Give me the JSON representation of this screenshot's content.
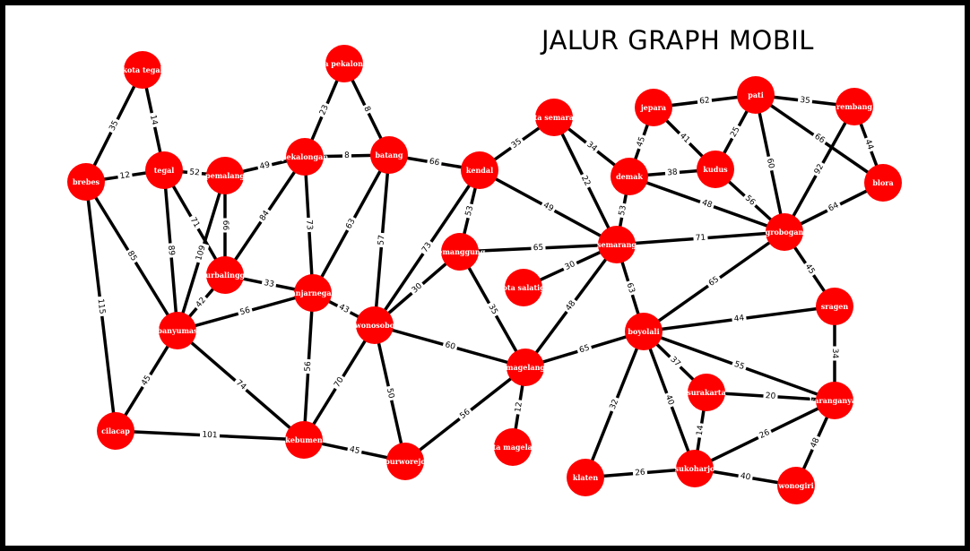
{
  "title": "JALUR GRAPH MOBIL",
  "colors": {
    "node": "#ff0000",
    "edge": "#000000",
    "label": "#ffffff",
    "background": "#ffffff",
    "frame": "#000000"
  },
  "nodes": [
    {
      "id": "kota_tegal",
      "label": "kota tegal"
    },
    {
      "id": "kota_pekalongan",
      "label": "ota pekalonga"
    },
    {
      "id": "brebes",
      "label": "brebes"
    },
    {
      "id": "tegal",
      "label": "tegal"
    },
    {
      "id": "pemalang",
      "label": "pemalang"
    },
    {
      "id": "pekalongan",
      "label": "pekalongan"
    },
    {
      "id": "batang",
      "label": "batang"
    },
    {
      "id": "kendal",
      "label": "kendal"
    },
    {
      "id": "kota_semarang",
      "label": "kota semarang"
    },
    {
      "id": "demak",
      "label": "demak"
    },
    {
      "id": "jepara",
      "label": "jepara"
    },
    {
      "id": "kudus",
      "label": "kudus"
    },
    {
      "id": "pati",
      "label": "pati"
    },
    {
      "id": "rembang",
      "label": "rembang"
    },
    {
      "id": "blora",
      "label": "blora"
    },
    {
      "id": "grobogan",
      "label": "grobogan"
    },
    {
      "id": "purbalingga",
      "label": "purbalingga"
    },
    {
      "id": "banjarnegara",
      "label": "banjarnegara"
    },
    {
      "id": "temanggung",
      "label": "temanggung"
    },
    {
      "id": "semarang",
      "label": "semarang"
    },
    {
      "id": "kota_salatiga",
      "label": "kota salatiga"
    },
    {
      "id": "banyumas",
      "label": "banyumas"
    },
    {
      "id": "wonosobo",
      "label": "wonosobo"
    },
    {
      "id": "magelang",
      "label": "magelang"
    },
    {
      "id": "boyolali",
      "label": "boyolali"
    },
    {
      "id": "sragen",
      "label": "sragen"
    },
    {
      "id": "surakarta",
      "label": "surakarta"
    },
    {
      "id": "karanganyar",
      "label": "karanganyar"
    },
    {
      "id": "cilacap",
      "label": "cilacap"
    },
    {
      "id": "kebumen",
      "label": "kebumen"
    },
    {
      "id": "purworejo",
      "label": "purworejo"
    },
    {
      "id": "kota_magelang",
      "label": "kota magelang"
    },
    {
      "id": "klaten",
      "label": "klaten"
    },
    {
      "id": "sukoharjo",
      "label": "sukoharjo"
    },
    {
      "id": "wonogiri",
      "label": "wonogiri"
    }
  ],
  "edges": [
    {
      "from": "kota_tegal",
      "to": "brebes",
      "weight": "35"
    },
    {
      "from": "kota_tegal",
      "to": "tegal",
      "weight": "14"
    },
    {
      "from": "brebes",
      "to": "tegal",
      "weight": "12"
    },
    {
      "from": "brebes",
      "to": "banyumas",
      "weight": "85"
    },
    {
      "from": "brebes",
      "to": "cilacap",
      "weight": "115"
    },
    {
      "from": "tegal",
      "to": "pemalang",
      "weight": "52"
    },
    {
      "from": "tegal",
      "to": "purbalingga",
      "weight": "71"
    },
    {
      "from": "tegal",
      "to": "banyumas",
      "weight": "89"
    },
    {
      "from": "pemalang",
      "to": "pekalongan",
      "weight": "49"
    },
    {
      "from": "pemalang",
      "to": "purbalingga",
      "weight": "66"
    },
    {
      "from": "pemalang",
      "to": "banyumas",
      "weight": "109"
    },
    {
      "from": "kota_pekalongan",
      "to": "pekalongan",
      "weight": "23"
    },
    {
      "from": "kota_pekalongan",
      "to": "batang",
      "weight": "8"
    },
    {
      "from": "pekalongan",
      "to": "batang",
      "weight": "8"
    },
    {
      "from": "pekalongan",
      "to": "purbalingga",
      "weight": "84"
    },
    {
      "from": "pekalongan",
      "to": "banjarnegara",
      "weight": "73"
    },
    {
      "from": "batang",
      "to": "kendal",
      "weight": "66"
    },
    {
      "from": "batang",
      "to": "banjarnegara",
      "weight": "63"
    },
    {
      "from": "batang",
      "to": "wonosobo",
      "weight": "57"
    },
    {
      "from": "kendal",
      "to": "kota_semarang",
      "weight": "35"
    },
    {
      "from": "kendal",
      "to": "temanggung",
      "weight": "53"
    },
    {
      "from": "kendal",
      "to": "semarang",
      "weight": "49"
    },
    {
      "from": "kendal",
      "to": "wonosobo",
      "weight": "73"
    },
    {
      "from": "kota_semarang",
      "to": "demak",
      "weight": "34"
    },
    {
      "from": "kota_semarang",
      "to": "semarang",
      "weight": "22"
    },
    {
      "from": "demak",
      "to": "jepara",
      "weight": "45"
    },
    {
      "from": "demak",
      "to": "kudus",
      "weight": "38"
    },
    {
      "from": "demak",
      "to": "semarang",
      "weight": "53"
    },
    {
      "from": "demak",
      "to": "grobogan",
      "weight": "48"
    },
    {
      "from": "jepara",
      "to": "pati",
      "weight": "62"
    },
    {
      "from": "jepara",
      "to": "kudus",
      "weight": "41"
    },
    {
      "from": "pati",
      "to": "kudus",
      "weight": "25"
    },
    {
      "from": "pati",
      "to": "rembang",
      "weight": "35"
    },
    {
      "from": "pati",
      "to": "blora",
      "weight": "66"
    },
    {
      "from": "pati",
      "to": "grobogan",
      "weight": "60"
    },
    {
      "from": "rembang",
      "to": "blora",
      "weight": "44"
    },
    {
      "from": "rembang",
      "to": "grobogan",
      "weight": "92"
    },
    {
      "from": "kudus",
      "to": "grobogan",
      "weight": "56"
    },
    {
      "from": "blora",
      "to": "grobogan",
      "weight": "64"
    },
    {
      "from": "grobogan",
      "to": "semarang",
      "weight": "71"
    },
    {
      "from": "grobogan",
      "to": "boyolali",
      "weight": "65"
    },
    {
      "from": "grobogan",
      "to": "sragen",
      "weight": "45"
    },
    {
      "from": "purbalingga",
      "to": "banjarnegara",
      "weight": "33"
    },
    {
      "from": "purbalingga",
      "to": "banyumas",
      "weight": "42"
    },
    {
      "from": "banjarnegara",
      "to": "banyumas",
      "weight": "56"
    },
    {
      "from": "banjarnegara",
      "to": "wonosobo",
      "weight": "43"
    },
    {
      "from": "banjarnegara",
      "to": "kebumen",
      "weight": "56"
    },
    {
      "from": "temanggung",
      "to": "semarang",
      "weight": "65"
    },
    {
      "from": "temanggung",
      "to": "wonosobo",
      "weight": "30"
    },
    {
      "from": "temanggung",
      "to": "magelang",
      "weight": "35"
    },
    {
      "from": "semarang",
      "to": "kota_salatiga",
      "weight": "30"
    },
    {
      "from": "semarang",
      "to": "magelang",
      "weight": "48"
    },
    {
      "from": "semarang",
      "to": "boyolali",
      "weight": "63"
    },
    {
      "from": "banyumas",
      "to": "cilacap",
      "weight": "45"
    },
    {
      "from": "banyumas",
      "to": "kebumen",
      "weight": "74"
    },
    {
      "from": "wonosobo",
      "to": "magelang",
      "weight": "60"
    },
    {
      "from": "wonosobo",
      "to": "kebumen",
      "weight": "70"
    },
    {
      "from": "wonosobo",
      "to": "purworejo",
      "weight": "50"
    },
    {
      "from": "magelang",
      "to": "boyolali",
      "weight": "65"
    },
    {
      "from": "magelang",
      "to": "kota_magelang",
      "weight": "12"
    },
    {
      "from": "magelang",
      "to": "purworejo",
      "weight": "56"
    },
    {
      "from": "boyolali",
      "to": "sragen",
      "weight": "44"
    },
    {
      "from": "boyolali",
      "to": "surakarta",
      "weight": "37"
    },
    {
      "from": "boyolali",
      "to": "karanganyar",
      "weight": "55"
    },
    {
      "from": "boyolali",
      "to": "klaten",
      "weight": "32"
    },
    {
      "from": "boyolali",
      "to": "sukoharjo",
      "weight": "40"
    },
    {
      "from": "sragen",
      "to": "karanganyar",
      "weight": "34"
    },
    {
      "from": "surakarta",
      "to": "karanganyar",
      "weight": "20"
    },
    {
      "from": "surakarta",
      "to": "sukoharjo",
      "weight": "14"
    },
    {
      "from": "karanganyar",
      "to": "sukoharjo",
      "weight": "26"
    },
    {
      "from": "karanganyar",
      "to": "wonogiri",
      "weight": "48"
    },
    {
      "from": "cilacap",
      "to": "kebumen",
      "weight": "101"
    },
    {
      "from": "kebumen",
      "to": "purworejo",
      "weight": "45"
    },
    {
      "from": "klaten",
      "to": "sukoharjo",
      "weight": "26"
    },
    {
      "from": "sukoharjo",
      "to": "wonogiri",
      "weight": "40"
    }
  ]
}
